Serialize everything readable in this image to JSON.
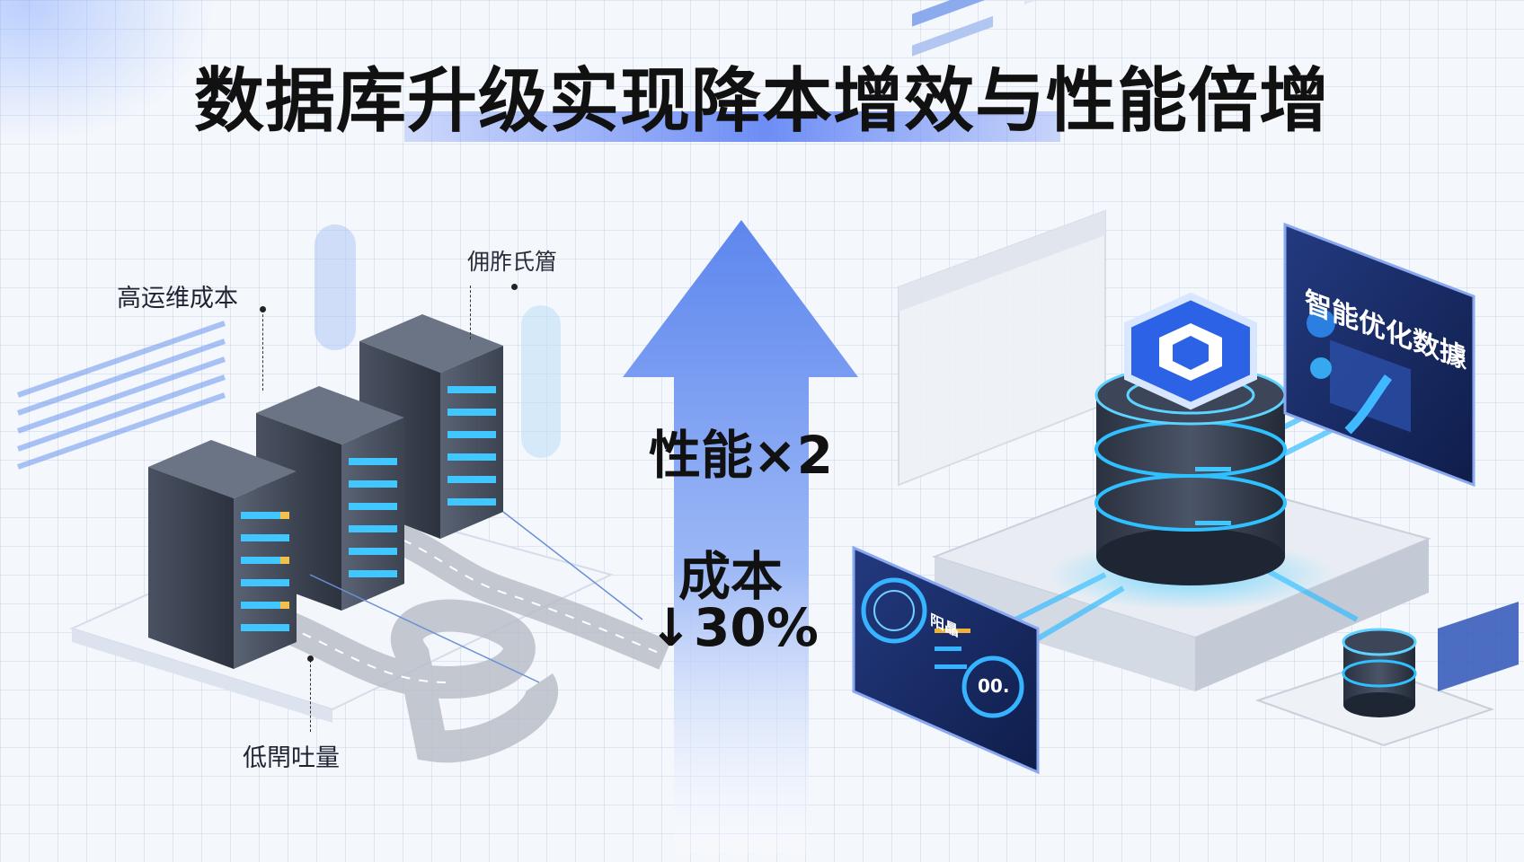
{
  "title": "数据库升级实现降本增效与性能倍增",
  "left": {
    "label_high_cost": "高运维成本",
    "label_garbled": "佣胙氏篃",
    "label_low_throughput": "低閈吐量"
  },
  "center": {
    "performance": "性能×2",
    "cost_label": "成本",
    "cost_arrow": "↓",
    "cost_value": "30%"
  },
  "right": {
    "screen_title": "智能优化数據",
    "panel_label": "阳瞐",
    "gauge_text": "00."
  },
  "colors": {
    "accent_blue": "#4f7ef0",
    "arrow_blue": "#6b93f0",
    "server_dark": "#3a4150",
    "screen_navy": "#1c2f6e",
    "glow_cyan": "#32b8ff"
  },
  "icons": [
    "server-rack-icon",
    "database-cylinder-icon",
    "shield-logo-icon",
    "dashboard-gauge-icon"
  ]
}
